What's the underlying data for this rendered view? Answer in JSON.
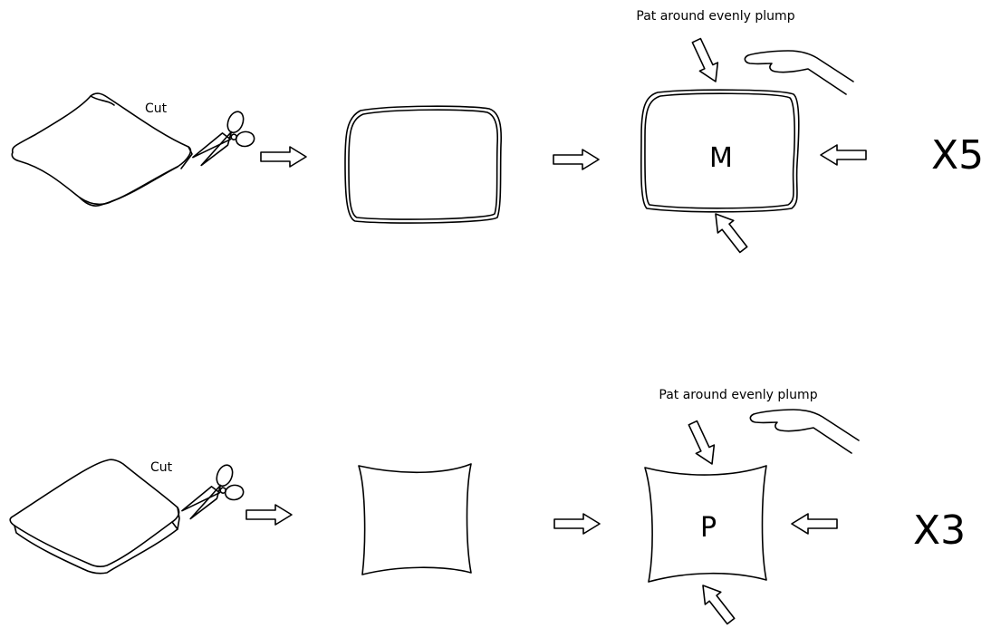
{
  "rows": [
    {
      "cut_label": "Cut",
      "pat_label": "Pat around evenly plump",
      "pillow_letter": "M",
      "multiplier": "X5"
    },
    {
      "cut_label": "Cut",
      "pat_label": "Pat around evenly plump",
      "pillow_letter": "P",
      "multiplier": "X3"
    }
  ]
}
